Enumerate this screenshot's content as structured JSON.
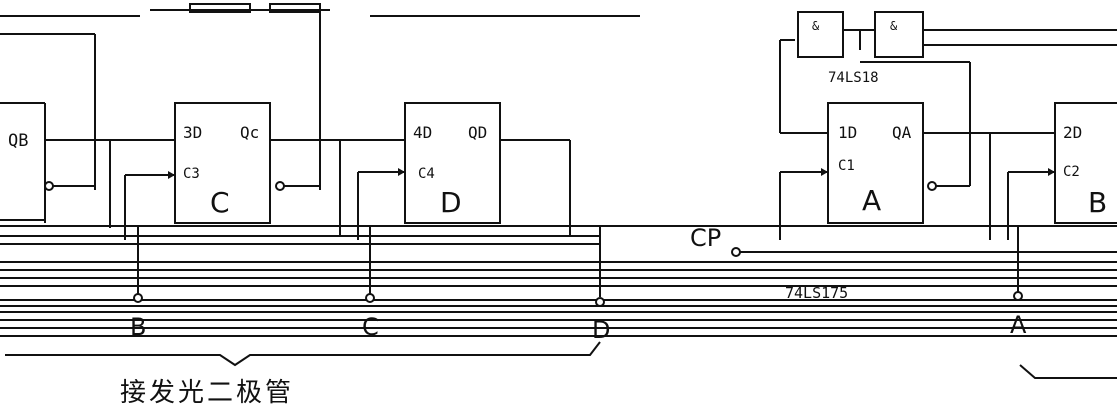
{
  "chips": {
    "inverter_chip": "74LS18",
    "register_chip": "74LS175"
  },
  "flipflops": {
    "c": {
      "d_label": "3D",
      "q_label": "Qc",
      "clk_label": "C3",
      "name": "C"
    },
    "d": {
      "d_label": "4D",
      "q_label": "QD",
      "clk_label": "C4",
      "name": "D"
    },
    "a": {
      "d_label": "1D",
      "q_label": "QA",
      "clk_label": "C1",
      "name": "A"
    },
    "b": {
      "d_label": "2D",
      "clk_label": "C2",
      "name": "B"
    }
  },
  "left_output": {
    "q_label": "QB"
  },
  "gate_labels": {
    "g1": "&",
    "g2": "&"
  },
  "clock_label": "CP",
  "terminals": {
    "b": "B",
    "c": "C",
    "d": "D",
    "a": "A"
  },
  "caption": "接发光二极管"
}
